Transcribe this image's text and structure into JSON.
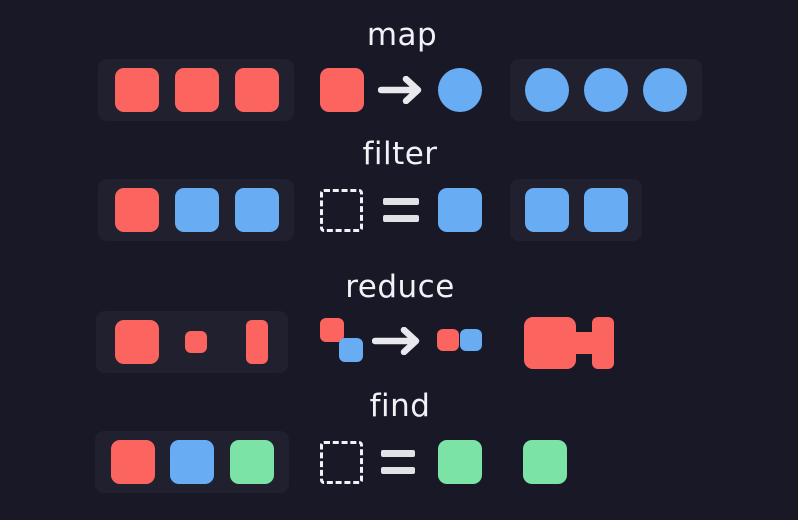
{
  "diagram": {
    "title": "JavaScript array methods visual comparison",
    "background_color": "#191827",
    "tray_color": "#21202E",
    "text_color": "#F2F1F6",
    "palette": {
      "red": "#FC6460",
      "blue": "#68ADF4",
      "green": "#7CE3A6",
      "outline": "#F2F1F6"
    }
  },
  "rows": [
    {
      "label": "map",
      "input": {
        "has_tray": true,
        "items": [
          {
            "shape": "square",
            "color": "red"
          },
          {
            "shape": "square",
            "color": "red"
          },
          {
            "shape": "square",
            "color": "red"
          }
        ]
      },
      "operation": {
        "kind": "transform-arrow",
        "from": {
          "shape": "square",
          "color": "red"
        },
        "glyph": "arrow-right",
        "to": {
          "shape": "circle",
          "color": "blue"
        }
      },
      "output": {
        "has_tray": true,
        "items": [
          {
            "shape": "circle",
            "color": "blue"
          },
          {
            "shape": "circle",
            "color": "blue"
          },
          {
            "shape": "circle",
            "color": "blue"
          }
        ]
      }
    },
    {
      "label": "filter",
      "input": {
        "has_tray": true,
        "items": [
          {
            "shape": "square",
            "color": "red"
          },
          {
            "shape": "square",
            "color": "blue"
          },
          {
            "shape": "square",
            "color": "blue"
          }
        ]
      },
      "operation": {
        "kind": "predicate-equals",
        "from": {
          "shape": "dashed-square",
          "color": "outline"
        },
        "glyph": "equals",
        "to": {
          "shape": "square",
          "color": "blue"
        }
      },
      "output": {
        "has_tray": true,
        "items": [
          {
            "shape": "square",
            "color": "blue"
          },
          {
            "shape": "square",
            "color": "blue"
          }
        ]
      }
    },
    {
      "label": "reduce",
      "input": {
        "has_tray": true,
        "items": [
          {
            "shape": "square-large",
            "color": "red"
          },
          {
            "shape": "square-small",
            "color": "red"
          },
          {
            "shape": "rect-tall",
            "color": "red"
          }
        ]
      },
      "operation": {
        "kind": "accumulate-arrow",
        "from": {
          "shape": "two-offset-squares",
          "colors": [
            "red",
            "blue"
          ]
        },
        "glyph": "arrow-right",
        "to": {
          "shape": "two-joined-squares",
          "colors": [
            "red",
            "blue"
          ]
        }
      },
      "output": {
        "has_tray": false,
        "items": [
          {
            "shape": "merged-blob",
            "color": "red"
          }
        ]
      }
    },
    {
      "label": "find",
      "input": {
        "has_tray": true,
        "items": [
          {
            "shape": "square",
            "color": "red"
          },
          {
            "shape": "square",
            "color": "blue"
          },
          {
            "shape": "square",
            "color": "green"
          }
        ]
      },
      "operation": {
        "kind": "predicate-equals",
        "from": {
          "shape": "dashed-square",
          "color": "outline"
        },
        "glyph": "equals",
        "to": {
          "shape": "square",
          "color": "green"
        }
      },
      "output": {
        "has_tray": false,
        "items": [
          {
            "shape": "square",
            "color": "green"
          }
        ]
      }
    }
  ]
}
